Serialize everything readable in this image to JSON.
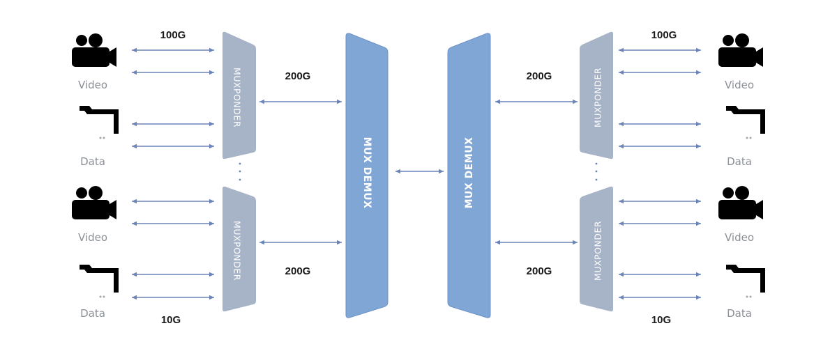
{
  "rates": {
    "left_top": "100G",
    "left_bottom": "10G",
    "left_link_top": "200G",
    "left_link_bottom": "200G",
    "right_link_top": "200G",
    "right_link_bottom": "200G",
    "right_top": "100G",
    "right_bottom": "10G"
  },
  "devices": {
    "video": "Video",
    "data": "Data"
  },
  "blocks": {
    "muxponder": "MUXPONDER",
    "mux_demux": "MUX DEMUX"
  },
  "colors": {
    "muxponder_fill": "#a7b3c6",
    "demux_fill": "#80a6d6",
    "demux_stroke": "#6d93c8",
    "arrow": "#6b84b9",
    "icon": "#a3a6ab"
  },
  "icons": {
    "video": "video-camera-icon",
    "data": "folders-icon"
  }
}
